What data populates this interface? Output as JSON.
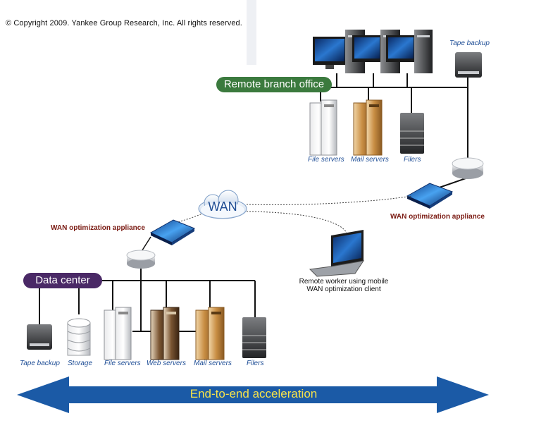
{
  "copyright": "© Copyright 2009. Yankee Group Research, Inc.  All rights reserved.",
  "branch": {
    "title": "Remote branch office",
    "tape_label": "Tape backup",
    "file_servers_label": "File servers",
    "mail_servers_label": "Mail servers",
    "filers_label": "Filers"
  },
  "wan": {
    "label": "WAN"
  },
  "appliances": {
    "left_label": "WAN optimization appliance",
    "right_label": "WAN optimization appliance"
  },
  "remote_worker": {
    "line1": "Remote worker using mobile",
    "line2": "WAN optimization client"
  },
  "datacenter": {
    "title": "Data center",
    "tape_label": "Tape backup",
    "storage_label": "Storage",
    "file_servers_label": "File servers",
    "web_servers_label": "Web servers",
    "mail_servers_label": "Mail servers",
    "filers_label": "Filers"
  },
  "acceleration": {
    "label": "End-to-end acceleration"
  },
  "colors": {
    "branch": "#3b7a3e",
    "datacenter": "#4a2966",
    "arrow": "#1b5aa6",
    "accel_text": "#f7e34a",
    "label_blue": "#1f4e96",
    "label_red": "#7a1a12"
  }
}
